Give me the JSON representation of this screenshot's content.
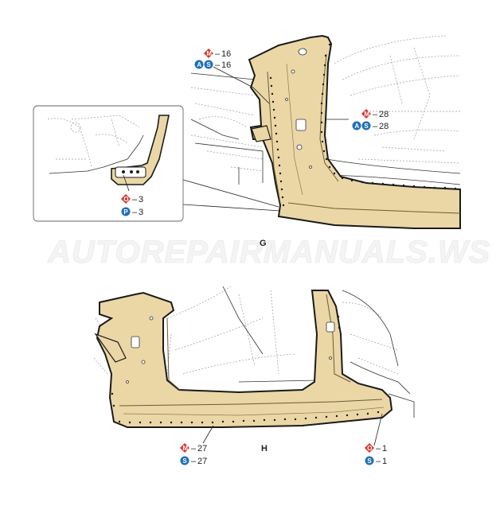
{
  "watermark": "AUTOREPAIRMANUALS.WS",
  "colors": {
    "panel": "#ebd7a6",
    "panel_stroke": "#1a1a1a",
    "red": "#d9342b",
    "blue": "#1f6fb5",
    "line": "#222222",
    "ghost": "#9a9a9a"
  },
  "view_g": {
    "label": "G",
    "callouts": [
      {
        "symbols": [
          {
            "shape": "diamond",
            "letter": "M",
            "color": "red"
          }
        ],
        "dash": "–",
        "count": "16"
      },
      {
        "symbols": [
          {
            "shape": "circle",
            "letter": "A",
            "color": "blue"
          },
          {
            "shape": "circle",
            "letter": "S",
            "color": "blue"
          }
        ],
        "dash": "–",
        "count": "16"
      },
      {
        "symbols": [
          {
            "shape": "diamond",
            "letter": "M",
            "color": "red"
          }
        ],
        "dash": "–",
        "count": "28"
      },
      {
        "symbols": [
          {
            "shape": "circle",
            "letter": "A",
            "color": "blue"
          },
          {
            "shape": "circle",
            "letter": "S",
            "color": "blue"
          }
        ],
        "dash": "–",
        "count": "28"
      }
    ],
    "inset_callouts": [
      {
        "symbols": [
          {
            "shape": "diamond",
            "letter": "O",
            "color": "red"
          }
        ],
        "dash": "–",
        "count": "3"
      },
      {
        "symbols": [
          {
            "shape": "circle",
            "letter": "P",
            "color": "blue"
          }
        ],
        "dash": "–",
        "count": "3"
      }
    ]
  },
  "view_h": {
    "label": "H",
    "callouts": [
      {
        "symbols": [
          {
            "shape": "diamond",
            "letter": "M",
            "color": "red"
          }
        ],
        "dash": "–",
        "count": "27"
      },
      {
        "symbols": [
          {
            "shape": "circle",
            "letter": "S",
            "color": "blue"
          }
        ],
        "dash": "–",
        "count": "27"
      },
      {
        "symbols": [
          {
            "shape": "diamond",
            "letter": "O",
            "color": "red"
          }
        ],
        "dash": "–",
        "count": "1"
      },
      {
        "symbols": [
          {
            "shape": "circle",
            "letter": "S",
            "color": "blue"
          }
        ],
        "dash": "–",
        "count": "1"
      }
    ]
  }
}
